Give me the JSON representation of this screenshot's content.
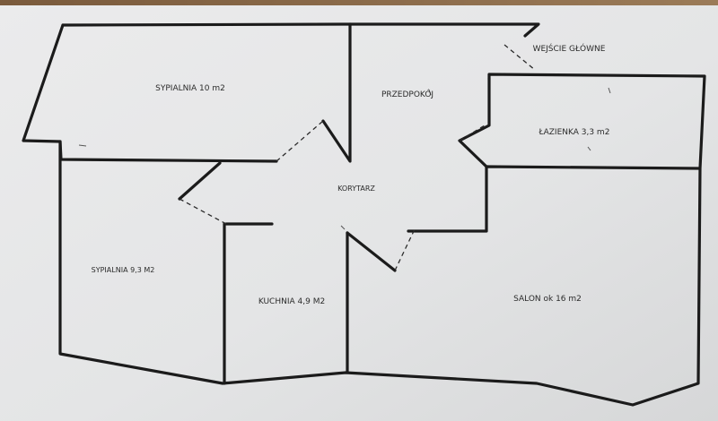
{
  "rooms": {
    "sypialnia_top": "SYPIALNIA 10 m2",
    "przedpokoj": "PRZEDPOKÓJ",
    "wejscie": "WEJŚCIE GŁÓWNE",
    "lazienka": "ŁAZIENKA  3,3 m2",
    "korytarz": "KORYTARZ",
    "sypialnia_left": "SYPIALNIA 9,3 M2",
    "kuchnia": "KUCHNIA 4,9 M2",
    "salon": "SALON ok 16 m2"
  }
}
